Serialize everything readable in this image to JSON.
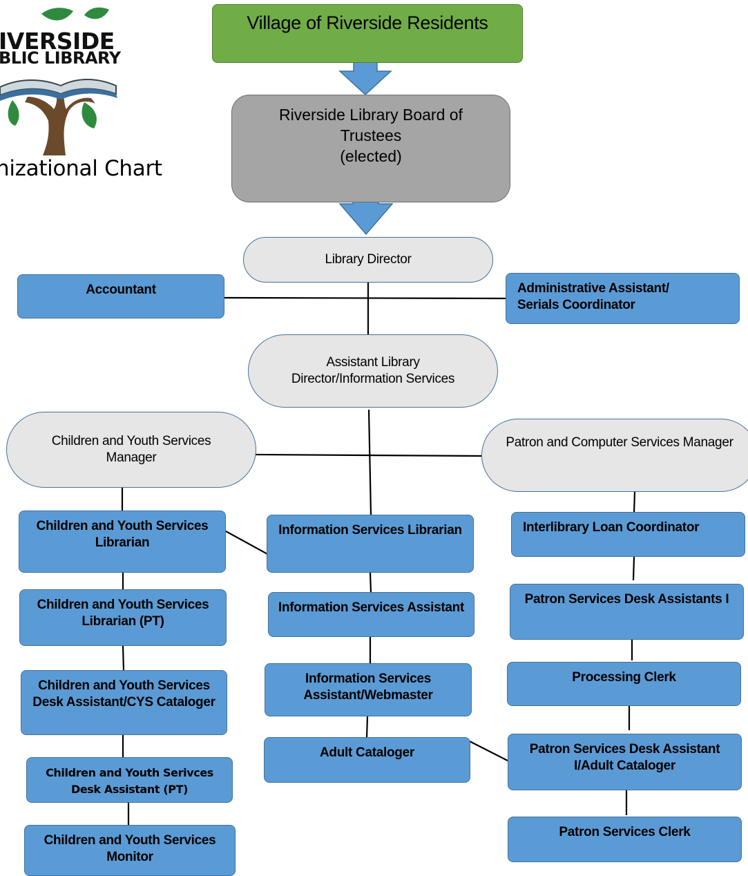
{
  "logo": {
    "line1": "IVERSIDE",
    "line2": "BLIC LIBRARY"
  },
  "page_title": "nizational Chart",
  "nodes": {
    "residents": "Village of Riverside Residents",
    "board": "Riverside Library Board of\nTrustees\n(elected)",
    "director": "Library Director",
    "accountant": "Accountant",
    "admin_assistant": "Administrative Assistant/\nSerials Coordinator",
    "assistant_director": "Assistant Library\nDirector/Information Services",
    "cys_manager": "Children and Youth Services\nManager",
    "patron_manager": "Patron and Computer Services Manager",
    "cys_librarian": "Children and Youth Services\nLibrarian",
    "cys_librarian_pt": "Children and Youth Services\nLibrarian (PT)",
    "cys_desk_cataloger": "Children and Youth Services\nDesk Assistant/CYS Cataloger",
    "cys_desk_pt": "Children and Youth Serivces\nDesk Assistant (PT)",
    "cys_monitor": "Children and Youth Services\nMonitor",
    "is_librarian": "Information Services Librarian",
    "is_assistant": "Information Services Assistant",
    "is_webmaster": "Information Services\nAssistant/Webmaster",
    "adult_cataloger": "Adult Cataloger",
    "ill_coordinator": "Interlibrary Loan Coordinator",
    "patron_desk_1": "Patron Services Desk Assistants I",
    "processing_clerk": "Processing Clerk",
    "patron_desk_adult": "Patron Services Desk Assistant\nI/Adult Cataloger",
    "patron_clerk": "Patron Services Clerk"
  },
  "colors": {
    "box_blue": "#5b9bd5",
    "box_border": "#41719c",
    "pill_grey": "#e6e6e6",
    "header_green": "#70ad47",
    "board_grey": "#a5a5a5",
    "leaf_green": "#2e8b3e",
    "trunk_brown": "#6b4a2b"
  }
}
